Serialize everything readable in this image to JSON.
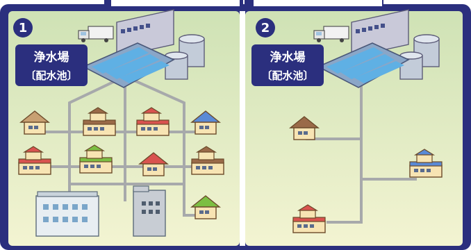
{
  "colors": {
    "frame": "#2b2f7e",
    "panel_top": "#cfe2b5",
    "panel_bottom": "#f3f4d2",
    "pipe": "#a7a9ab",
    "label_bg": "#2b2f7e",
    "label_text": "#ffffff"
  },
  "panels": [
    {
      "number": "1",
      "plant_name": "浄水場",
      "plant_sub": "〔配水池〕",
      "contents": "many houses, apartment buildings, office building"
    },
    {
      "number": "2",
      "plant_name": "浄水場",
      "plant_sub": "〔配水池〕",
      "contents": "three houses"
    }
  ]
}
